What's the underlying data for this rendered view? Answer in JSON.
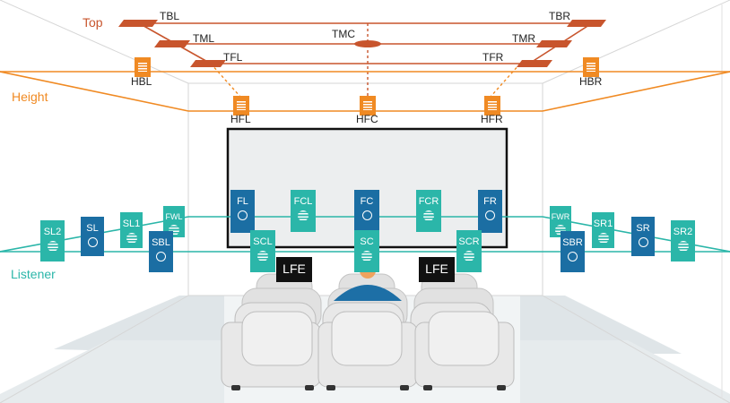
{
  "layers": {
    "top": "Top",
    "height": "Height",
    "listener": "Listener"
  },
  "top_speakers": {
    "tbl": "TBL",
    "tbr": "TBR",
    "tml": "TML",
    "tmr": "TMR",
    "tmc": "TMC",
    "tfl": "TFL",
    "tfr": "TFR"
  },
  "height_speakers": {
    "hbl": "HBL",
    "hbr": "HBR",
    "hfl": "HFL",
    "hfc": "HFC",
    "hfr": "HFR"
  },
  "screen_speakers": {
    "fl": "FL",
    "fcl": "FCL",
    "fc": "FC",
    "fcr": "FCR",
    "fr": "FR",
    "scl": "SCL",
    "sc": "SC",
    "scr": "SCR"
  },
  "side_speakers": {
    "sl2": "SL2",
    "sl": "SL",
    "sl1": "SL1",
    "fwl": "FWL",
    "sbl": "SBL",
    "fwr": "FWR",
    "sbr": "SBR",
    "sr1": "SR1",
    "sr": "SR",
    "sr2": "SR2"
  },
  "subwoofers": {
    "lfe_left": "LFE",
    "lfe_right": "LFE"
  },
  "colors": {
    "top": "#c8552d",
    "height": "#f08a23",
    "listener": "#2bb6a9",
    "speaker_dark": "#1b6ea3"
  }
}
